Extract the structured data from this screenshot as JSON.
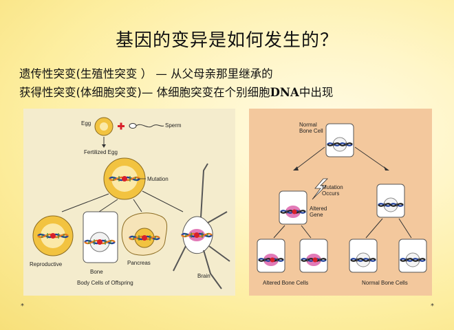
{
  "slide": {
    "title": "基因的变异是如何发生的？",
    "line1": "遗传性突变(生殖性突变 ） — 从父母亲那里继承的",
    "line2_prefix": "获得性突变(体细胞突变)— 体细胞突变在个别细胞",
    "line2_bold": "DNA",
    "line2_suffix": "中出现",
    "footer_left": "*",
    "footer_right": "*"
  },
  "left_figure": {
    "egg": "Egg",
    "sperm": "Sperm",
    "fertilized": "Fertilized Egg",
    "mutation": "Mutation",
    "reproductive": "Reproductive",
    "bone": "Bone",
    "pancreas": "Pancreas",
    "brain": "Brain",
    "caption": "Body Cells of Offspring"
  },
  "right_figure": {
    "normal_line1": "Normal",
    "normal_line2": "Bone Cell",
    "mutation_line1": "Mutation",
    "mutation_line2": "Occurs",
    "altered_line1": "Altered",
    "altered_line2": "Gene",
    "altered_cells": "Altered Bone Cells",
    "normal_cells": "Normal Bone Cells"
  },
  "colors": {
    "left_panel_bg": "#f4eccd",
    "right_panel_bg": "#f3c89d",
    "nucleus_yellow": "#f2c340",
    "mutation_red": "#d8202a",
    "altered_pink": "#e27ab8",
    "dna_blue": "#1f3f9a"
  }
}
